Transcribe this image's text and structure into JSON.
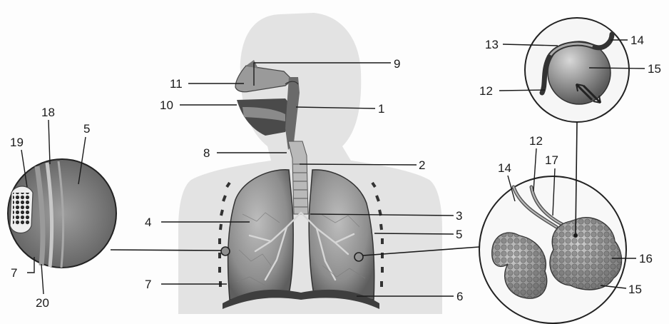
{
  "labels": {
    "l1": "1",
    "l2": "2",
    "l3": "3",
    "l4": "4",
    "l5a": "5",
    "l5b": "5",
    "l6": "6",
    "l7a": "7",
    "l7b": "7",
    "l8": "8",
    "l9": "9",
    "l10": "10",
    "l11": "11",
    "l12a": "12",
    "l12b": "12",
    "l13": "13",
    "l14a": "14",
    "l14b": "14",
    "l15a": "15",
    "l15b": "15",
    "l16": "16",
    "l17": "17",
    "l18": "18",
    "l19": "19",
    "l20": "20"
  },
  "colors": {
    "silhouette": "#e3e3e3",
    "lung": "#9a9a9a",
    "line": "#1a1a1a"
  }
}
